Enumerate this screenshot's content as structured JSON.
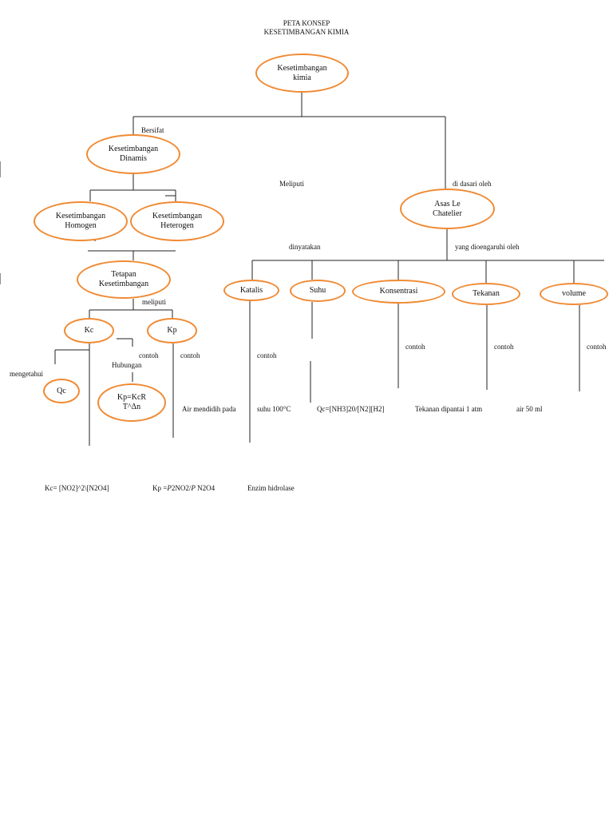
{
  "title": {
    "line1": "PETA KONSEP",
    "line2": "KESETIMBANGAN KIMIA"
  },
  "nodes": {
    "root": "Kesetimbangan\nkimia",
    "dinamis": "Kesetimbangan\nDinamis",
    "homogen": "Kesetimbangan\nHomogen",
    "heterogen": "Kesetimbangan\nHeterogen",
    "tetapan": "Tetapan\nKesetimbangan",
    "kc": "Kc",
    "kp": "Kp",
    "qc": "Qc",
    "kpkc": "Kp=KcR\nT^Δn",
    "lechatelier": "Asas Le\nChatelier",
    "katalis": "Katalis",
    "suhu": "Suhu",
    "konsentrasi": "Konsentrasi",
    "tekanan": "Tekanan",
    "volume": "volume"
  },
  "labels": {
    "bersifat": "Bersifat",
    "meliputi_mid": "Meliputi",
    "didasari": "di dasari oleh",
    "dinyatakan": "dinyatakan",
    "dipengaruhi": "yang dioengaruhi oleh",
    "meliputi_left": "meliputi",
    "contoh_kc": "contoh",
    "contoh_kp": "contoh",
    "mengetahui": "mengetahui",
    "hubungan": "Hubungan",
    "contoh_katalis": "contoh",
    "contoh_konsentrasi": "contoh",
    "contoh_tekanan": "contoh",
    "contoh_volume": "contoh"
  },
  "examples": {
    "air_mendidih": "Air mendidih pada",
    "suhu_100": "suhu 100°C",
    "qc_formula": "Qc=[NH3]20/[N2][H2]",
    "tekanan_1atm": "Tekanan dipantai 1 atm",
    "air_50ml": "air 50 ml",
    "kc_formula": "Kc= [NO2]^2\\[N2O4]",
    "kp_formula_prefix": "Kp =",
    "kp_formula_p1": "P",
    "kp_formula_mid": "2NO2/",
    "kp_formula_p2": "P",
    "kp_formula_suffix": " N2O4",
    "enzim": "Enzim hidrolase"
  },
  "colors": {
    "node_border": "#f08a33",
    "line": "#222222"
  }
}
